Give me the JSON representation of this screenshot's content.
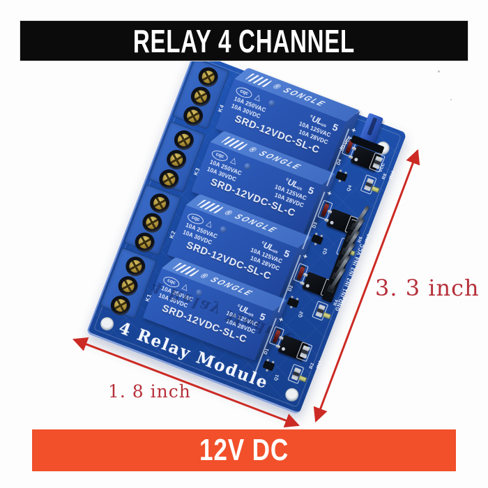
{
  "colors": {
    "banner_black": "#0b0b0b",
    "banner_orange": "#f1502a",
    "arrow_red": "#cc2a24",
    "dim_text_red": "#b5303a",
    "pcb_blue": "#1b4aa2",
    "relay_blue": "#2853ae",
    "silkscreen_white": "#f3f6fd"
  },
  "top_banner": {
    "label": "RELAY 4 CHANNEL"
  },
  "bottom_banner": {
    "label": "12V DC"
  },
  "dimensions": {
    "height_label": "3. 3 inch",
    "width_label": "1. 8 inch"
  },
  "board": {
    "silkscreen_title": "4 Relay Module",
    "plus_mark": "+",
    "jumper_label": "JD-VCC",
    "jumper_pin_label": "VCC",
    "header_pin_labels": "GND IN1 IN2 IN3 IN4 VCC",
    "relay": {
      "brand": "SONGLE",
      "reg_mark": "®",
      "cert_oval": "cqc",
      "cert_triangle": "△",
      "rating_ac_1": "10A 250VAC",
      "rating_ac_2": "10A 125VAC",
      "rating_dc_1": "10A 30VDC",
      "rating_dc_2": "10A 28VDC",
      "model": "SRD-12VDC-SL-C",
      "ul_c": "c",
      "ul_core": "UL",
      "ul_us": "us",
      "grade": "5"
    },
    "terminals": [
      {
        "label": "K4"
      },
      {
        "label": "K3"
      },
      {
        "label": "K2"
      },
      {
        "label": "K1"
      }
    ],
    "channels": [
      {
        "diode": "D4",
        "transistor": "Q4",
        "resistor": "R8",
        "input": "IN4"
      },
      {
        "diode": "D3",
        "transistor": "Q3",
        "resistor": "R6",
        "input": "IN3"
      },
      {
        "diode": "D2",
        "transistor": "Q2",
        "resistor": "R4",
        "input": "IN2"
      },
      {
        "diode": "D1",
        "transistor": "Q1",
        "resistor": "R2",
        "input": "IN1"
      }
    ]
  }
}
